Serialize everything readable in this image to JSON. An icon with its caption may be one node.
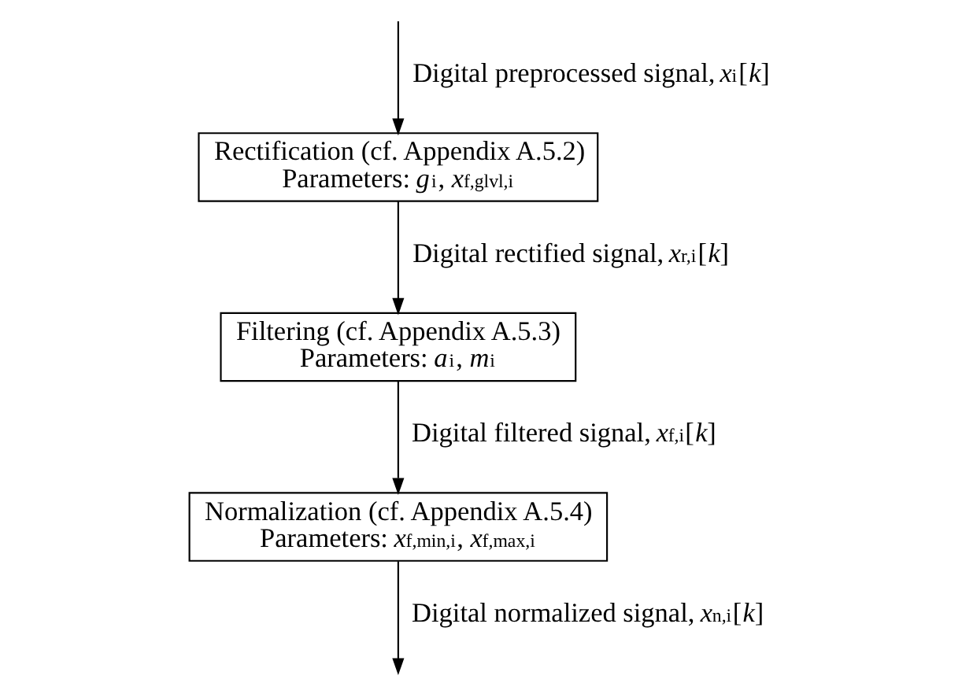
{
  "diagram": {
    "nodes": [
      {
        "text": [
          "Rectification (cf. Appendix A.5.2)",
          "Parameters: *g*$_{i}$, *x*$_{f,glvl,i}$"
        ]
      },
      {
        "text": [
          "Filtering (cf. Appendix A.5.3)",
          "Parameters: *a*$_{i}$, *m*$_{i}$"
        ]
      },
      {
        "text": [
          "Normalization (cf. Appendix A.5.4)",
          "Parameters: *x*$_{f,min,i}$, *x*$_{f,max,i}$"
        ]
      }
    ],
    "edges": [
      {
        "from": null,
        "to": 0,
        "arrow": "to",
        "label": "Digital preprocessed signal, *x*$_{i}$[*k*]"
      },
      {
        "from": 0,
        "to": 1,
        "arrow": "to",
        "label": "Digital rectified signal, *x*$_{r,i}$[*k*]"
      },
      {
        "from": 1,
        "to": 2,
        "arrow": "to",
        "label": "Digital filtered signal, *x*$_{f,i}$[*k*]"
      },
      {
        "from": 2,
        "to": null,
        "arrow": "to",
        "label": "Digital normalized signal, *x*$_{n,i}$[*k*]"
      }
    ]
  }
}
